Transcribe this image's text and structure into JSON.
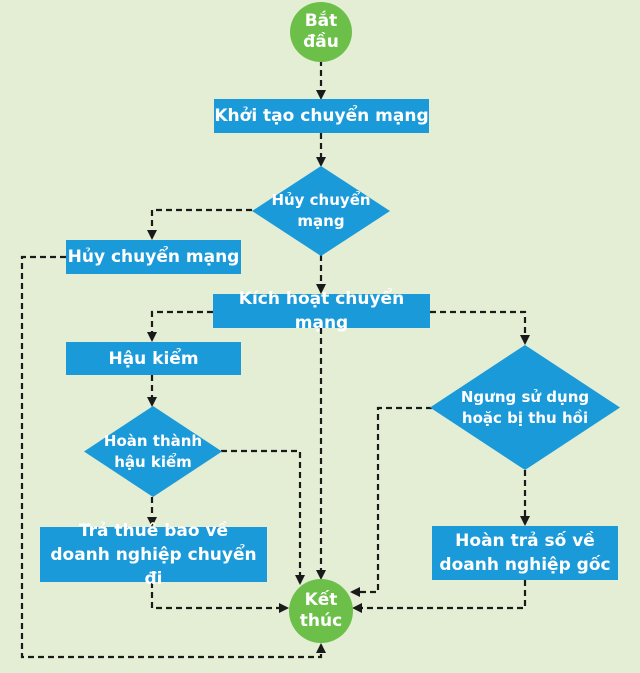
{
  "colors": {
    "background": "#e3eed4",
    "process": "#1b9ad9",
    "terminal": "#6cc04a",
    "connector": "#1a1a1a"
  },
  "nodes": {
    "start": {
      "lines": [
        "Bắt",
        "đầu"
      ]
    },
    "init": {
      "label": "Khởi tạo chuyển mạng"
    },
    "cancel_decision": {
      "lines": [
        "Hủy chuyển",
        "mạng"
      ]
    },
    "cancel": {
      "label": "Hủy chuyển mạng"
    },
    "activate": {
      "label": "Kích hoạt chuyển mạng"
    },
    "post_check": {
      "label": "Hậu kiểm"
    },
    "post_check_decision": {
      "lines": [
        "Hoàn thành",
        "hậu kiểm"
      ]
    },
    "return_subscriber": {
      "lines": [
        "Trả thuê bao về",
        "doanh nghiệp chuyển đi"
      ]
    },
    "suspend_decision": {
      "lines": [
        "Ngưng sử dụng",
        "hoặc bị thu hồi"
      ]
    },
    "return_number": {
      "lines": [
        "Hoàn trả số về",
        "doanh nghiệp gốc"
      ]
    },
    "end": {
      "lines": [
        "Kết",
        "thúc"
      ]
    }
  }
}
